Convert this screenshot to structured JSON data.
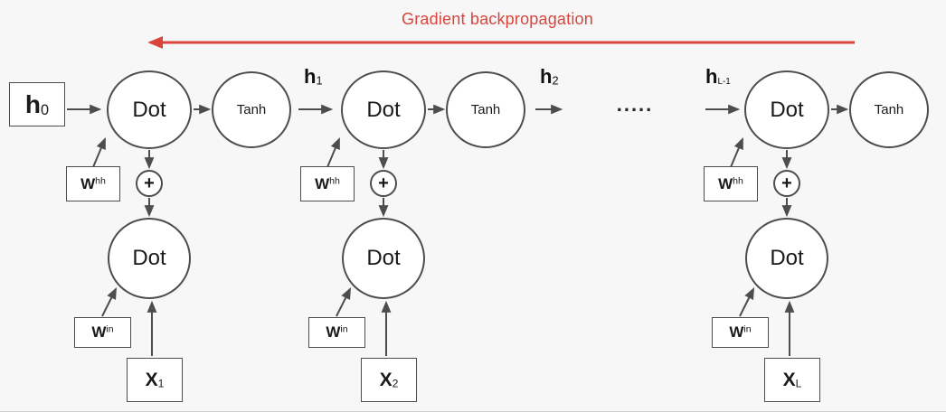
{
  "title": "Gradient backpropagation",
  "ellipsis": ".....",
  "h0": {
    "base": "h",
    "sub": "0"
  },
  "h_labels": [
    {
      "base": "h",
      "sub": "1"
    },
    {
      "base": "h",
      "sub": "2"
    },
    {
      "base": "h",
      "sub": "L-1"
    }
  ],
  "units": [
    {
      "dot_top": "Dot",
      "tanh": "Tanh",
      "plus": "+",
      "dot_bottom": "Dot",
      "whh_base": "W",
      "whh_sup": "hh",
      "win_base": "W",
      "win_sup": "in",
      "x_base": "X",
      "x_sub": "1"
    },
    {
      "dot_top": "Dot",
      "tanh": "Tanh",
      "plus": "+",
      "dot_bottom": "Dot",
      "whh_base": "W",
      "whh_sup": "hh",
      "win_base": "W",
      "win_sup": "in",
      "x_base": "X",
      "x_sub": "2"
    },
    {
      "dot_top": "Dot",
      "tanh": "Tanh",
      "plus": "+",
      "dot_bottom": "Dot",
      "whh_base": "W",
      "whh_sup": "hh",
      "win_base": "W",
      "win_sup": "in",
      "x_base": "X",
      "x_sub": "L"
    }
  ],
  "colors": {
    "background": "#f7f7f7",
    "node_fill": "#ffffff",
    "node_stroke": "#4d4d4d",
    "arrow": "#4d4d4d",
    "accent_red": "#d9453d"
  }
}
